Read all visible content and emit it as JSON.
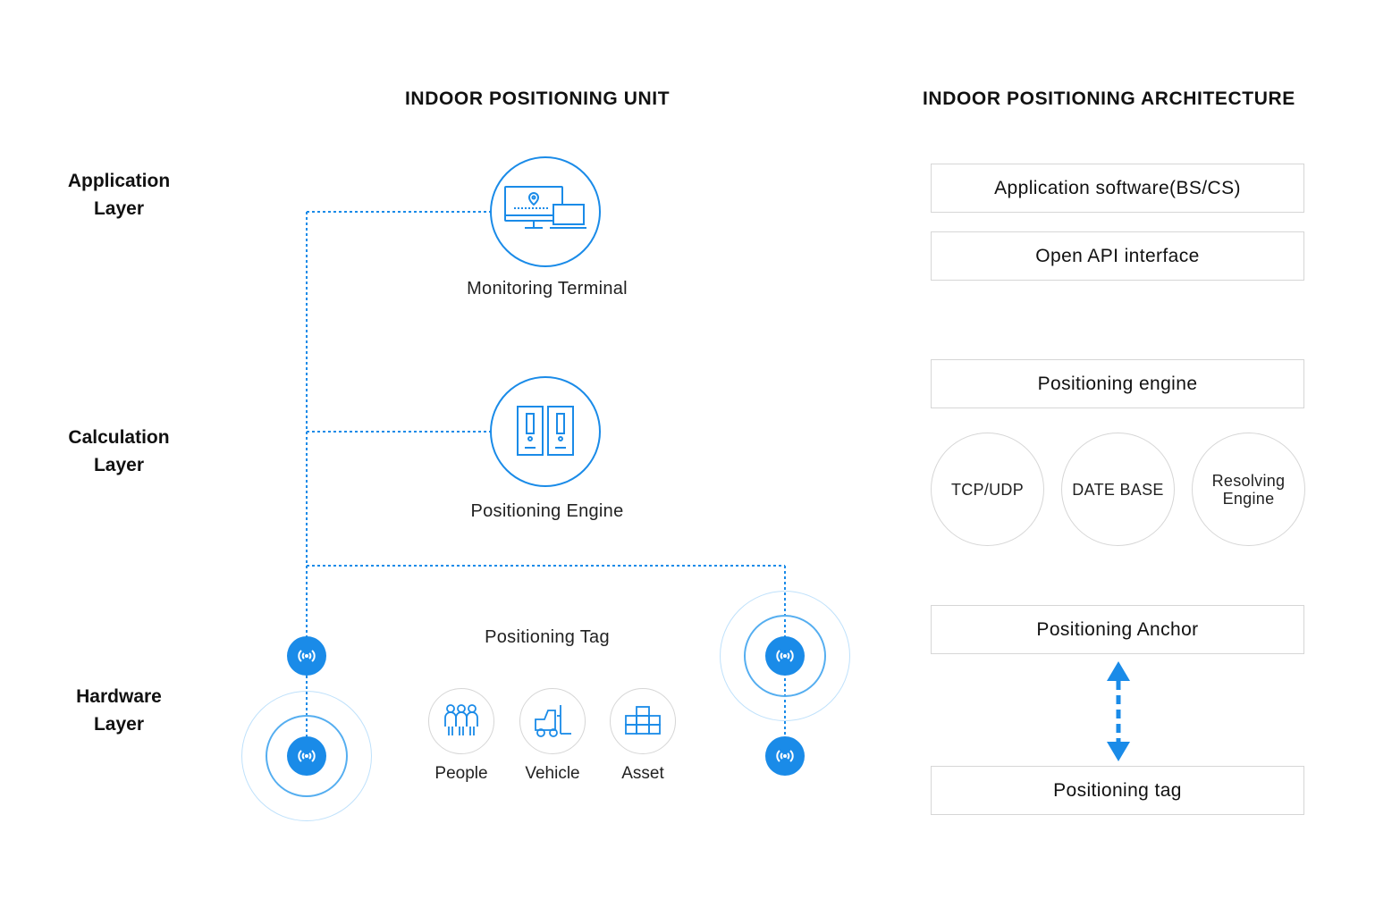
{
  "unit": {
    "heading": "INDOOR POSITIONING UNIT",
    "monitoring_terminal": "Monitoring Terminal",
    "positioning_engine": "Positioning Engine",
    "positioning_tag": "Positioning Tag",
    "tags": [
      {
        "label": "People",
        "icon": "people-icon"
      },
      {
        "label": "Vehicle",
        "icon": "forklift-icon"
      },
      {
        "label": "Asset",
        "icon": "boxes-icon"
      }
    ]
  },
  "layers": {
    "application": [
      "Application",
      "Layer"
    ],
    "calculation": [
      "Calculation",
      "Layer"
    ],
    "hardware": [
      "Hardware",
      "Layer"
    ]
  },
  "architecture": {
    "heading": "INDOOR POSITIONING ARCHITECTURE",
    "app_software": "Application software(BS/CS)",
    "open_api": "Open API interface",
    "positioning_engine": "Positioning engine",
    "circles": [
      "TCP/UDP",
      "DATE BASE",
      "Resolving Engine"
    ],
    "resolving_lines": [
      "Resolving",
      "Engine"
    ],
    "positioning_anchor": "Positioning Anchor",
    "positioning_tag": "Positioning tag"
  },
  "colors": {
    "accent": "#1a8be8",
    "ring_light": "#bfe1fb",
    "border_gray": "#d6d6d6"
  }
}
